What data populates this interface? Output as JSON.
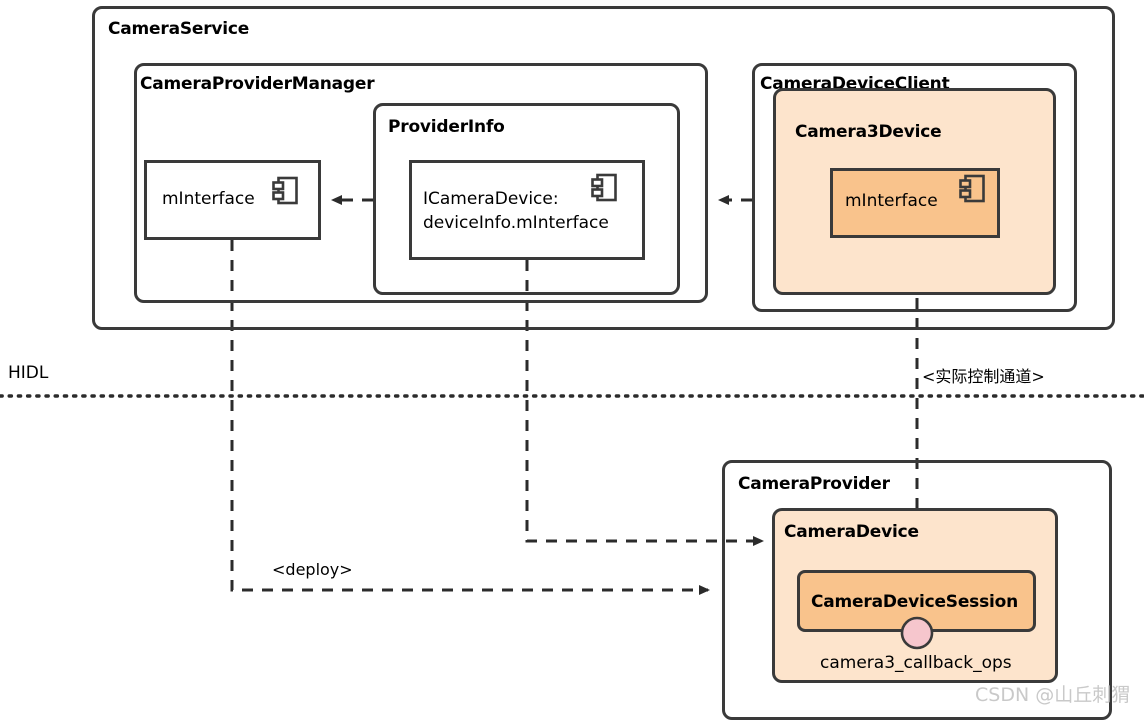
{
  "diagram": {
    "kind": "uml-component-diagram",
    "watermark": "CSDN @山丘刺猬",
    "layer_divider_label": "HIDL"
  },
  "framework_layer": {
    "camera_service": {
      "title": "CameraService"
    },
    "camera_provider_manager": {
      "title": "CameraProviderManager"
    },
    "cpm_minterface": {
      "label": "mInterface",
      "icon": "component-icon"
    },
    "provider_info": {
      "title": "ProviderInfo"
    },
    "provider_info_interface": {
      "line1": "ICameraDevice:",
      "line2": "deviceInfo.mInterface",
      "icon": "component-icon"
    },
    "camera_device_client": {
      "title": "CameraDeviceClient"
    },
    "camera3_device": {
      "title": "Camera3Device",
      "fill": "#fde4cc"
    },
    "camera3_minterface": {
      "label": "mInterface",
      "icon": "component-icon",
      "fill": "#f9c38c"
    }
  },
  "hal_layer": {
    "camera_provider": {
      "title": "CameraProvider"
    },
    "camera_device": {
      "title": "CameraDevice",
      "fill": "#fde4cc"
    },
    "camera_device_session": {
      "title": "CameraDeviceSession",
      "fill": "#f9c38c"
    },
    "provided_interface": {
      "label": "camera3_callback_ops",
      "port_color": "#f6c6cd"
    }
  },
  "connectors": [
    {
      "name": "deploy-edge",
      "label": "<deploy>",
      "style": "dashed-arrow"
    },
    {
      "name": "control-channel-edge",
      "label": "<实际控制通道>",
      "style": "dashed-arrow"
    }
  ],
  "colors": {
    "stroke": "#3a3a3a",
    "fill_light_orange": "#fde4cc",
    "fill_mid_orange": "#f9c38c",
    "port_pink": "#f6c6cd",
    "background": "#ffffff"
  }
}
